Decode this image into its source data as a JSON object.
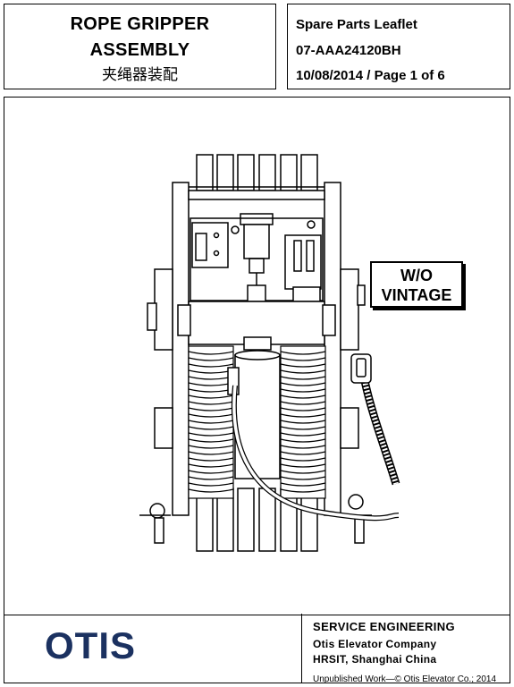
{
  "header": {
    "title_line1": "ROPE GRIPPER",
    "title_line2": "ASSEMBLY",
    "title_cn": "夹绳器装配"
  },
  "meta": {
    "doc_type": "Spare Parts Leaflet",
    "doc_number": "07-AAA24120BH",
    "date_page": "10/08/2014 / Page 1 of 6"
  },
  "drawing": {
    "label_line1": "W/O",
    "label_line2": "VINTAGE"
  },
  "footer": {
    "logo_text": "OTIS",
    "logo_color": "#1b3160",
    "department": "SERVICE ENGINEERING",
    "company": "Otis Elevator Company",
    "location": "HRSIT, Shanghai China",
    "copyright": "Unpublished Work—© Otis Elevator Co.; 2014"
  }
}
